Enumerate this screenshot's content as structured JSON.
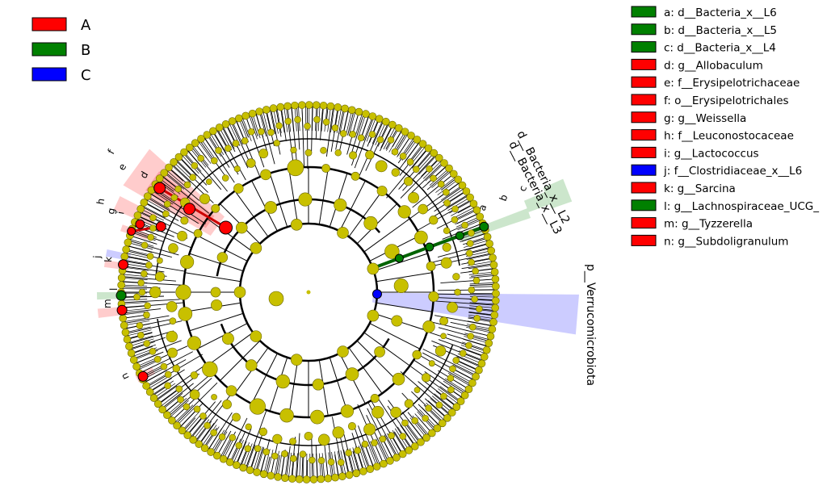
{
  "groups": [
    {
      "label": "A",
      "color": "#ff0000"
    },
    {
      "label": "B",
      "color": "#008000"
    },
    {
      "label": "C",
      "color": "#0000ff"
    }
  ],
  "markers": [
    {
      "key": "a",
      "text": "a: d__Bacteria_x__L6",
      "group": "B"
    },
    {
      "key": "b",
      "text": "b: d__Bacteria_x__L5",
      "group": "B"
    },
    {
      "key": "c",
      "text": "c: d__Bacteria_x__L4",
      "group": "B"
    },
    {
      "key": "d",
      "text": "d: g__Allobaculum",
      "group": "A"
    },
    {
      "key": "e",
      "text": "e: f__Erysipelotrichaceae",
      "group": "A"
    },
    {
      "key": "f",
      "text": "f: o__Erysipelotrichales",
      "group": "A"
    },
    {
      "key": "g",
      "text": "g: g__Weissella",
      "group": "A"
    },
    {
      "key": "h",
      "text": "h: f__Leuconostocaceae",
      "group": "A"
    },
    {
      "key": "i",
      "text": "i: g__Lactococcus",
      "group": "A"
    },
    {
      "key": "j",
      "text": "j: f__Clostridiaceae_x__L6",
      "group": "C"
    },
    {
      "key": "k",
      "text": "k: g__Sarcina",
      "group": "A"
    },
    {
      "key": "l",
      "text": "l: g__Lachnospiraceae_UCG_",
      "group": "B"
    },
    {
      "key": "m",
      "text": "m: g__Tyzzerella",
      "group": "A"
    },
    {
      "key": "n",
      "text": "n: g__Subdoligranulum",
      "group": "A"
    }
  ],
  "clade_labels": {
    "l2": "d__Bacteria_x__L2",
    "l3": "d__Bacteria_x__L3",
    "verruco": "p__Verrucomicrobiota"
  },
  "colors": {
    "node": "#c8c000",
    "edge": "#000000"
  }
}
